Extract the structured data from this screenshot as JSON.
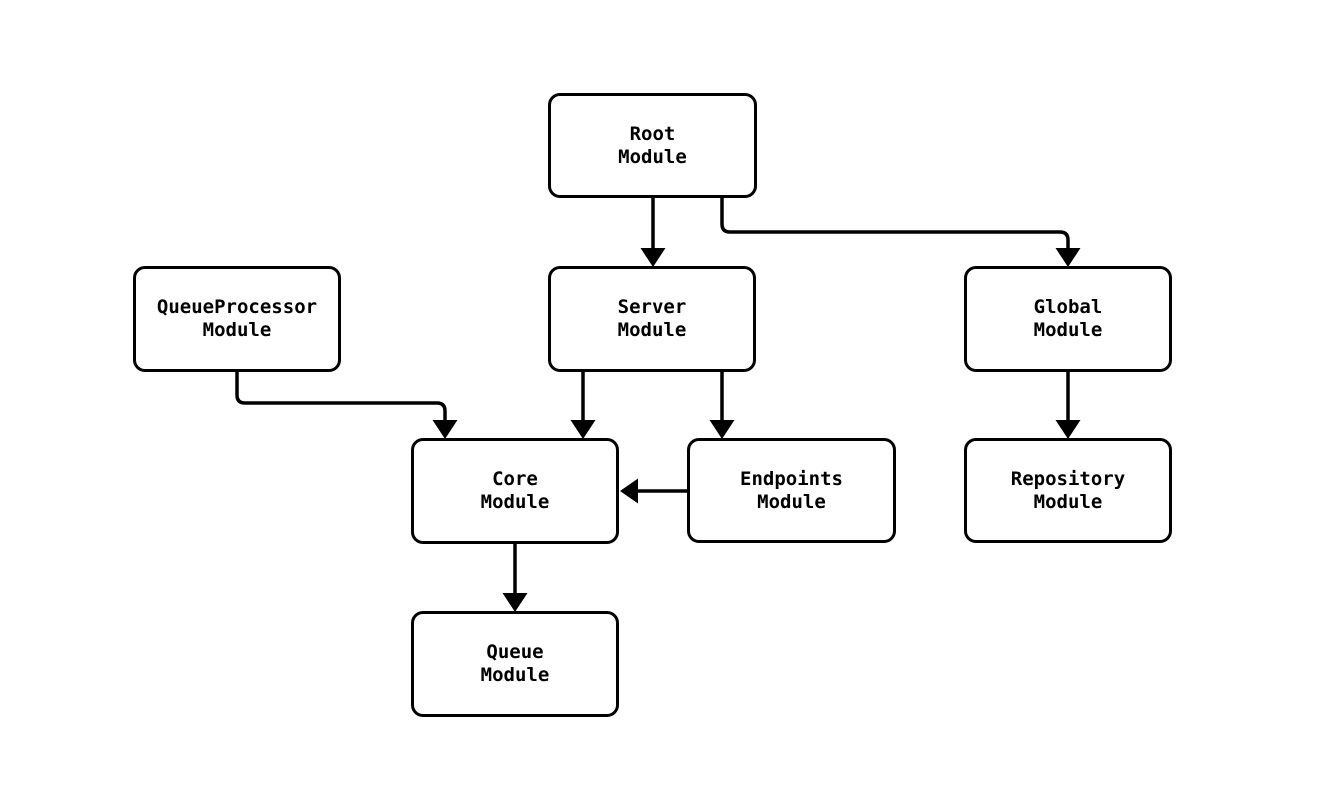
{
  "diagram": {
    "type": "flowchart",
    "background_color": "#ffffff",
    "node_fill_color": "#ffffff",
    "line_color": "#000000",
    "text_color": "#000000",
    "nodes": [
      {
        "id": "root",
        "label": "Root\nModule"
      },
      {
        "id": "queueprocessor",
        "label": "QueueProcessor\nModule"
      },
      {
        "id": "server",
        "label": "Server\nModule"
      },
      {
        "id": "global",
        "label": "Global\nModule"
      },
      {
        "id": "core",
        "label": "Core\nModule"
      },
      {
        "id": "endpoints",
        "label": "Endpoints\nModule"
      },
      {
        "id": "repository",
        "label": "Repository\nModule"
      },
      {
        "id": "queue",
        "label": "Queue\nModule"
      }
    ],
    "edges": [
      {
        "from": "Root Module",
        "to": "Server Module"
      },
      {
        "from": "Root Module",
        "to": "Global Module"
      },
      {
        "from": "QueueProcessor Module",
        "to": "Core Module"
      },
      {
        "from": "Server Module",
        "to": "Core Module"
      },
      {
        "from": "Server Module",
        "to": "Endpoints Module"
      },
      {
        "from": "Endpoints Module",
        "to": "Core Module"
      },
      {
        "from": "Global Module",
        "to": "Repository Module"
      },
      {
        "from": "Core Module",
        "to": "Queue Module"
      }
    ]
  }
}
